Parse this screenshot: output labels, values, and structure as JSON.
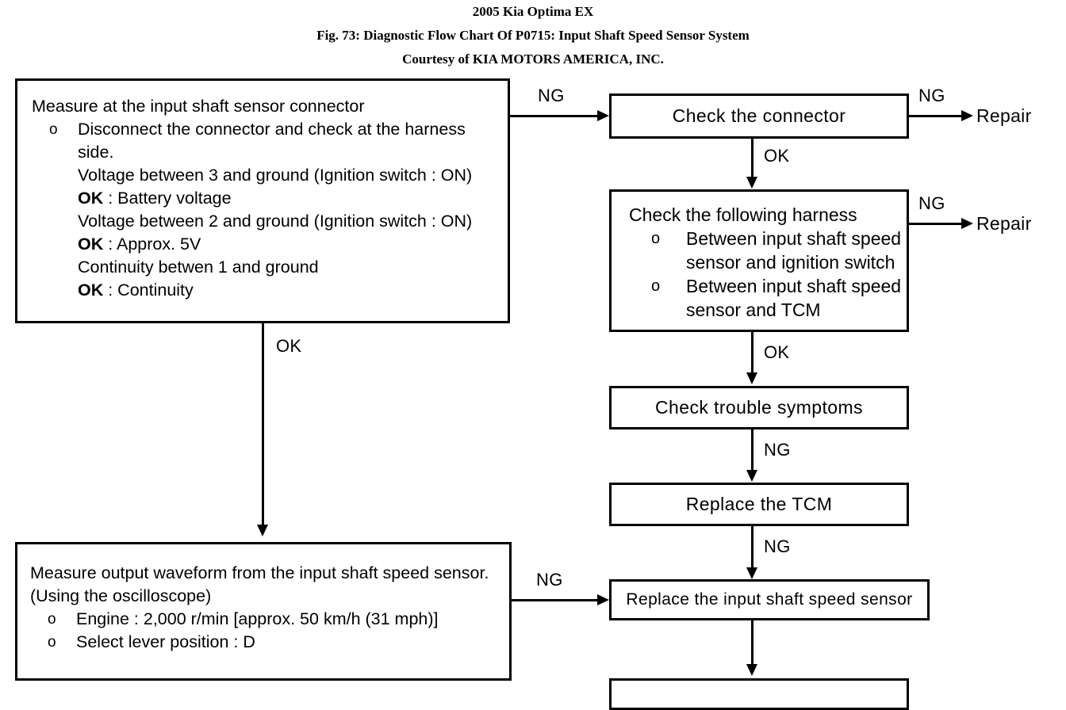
{
  "header": {
    "line1": "2005 Kia Optima EX",
    "line2": "Fig. 73: Diagnostic Flow Chart Of P0715: Input Shaft Speed Sensor System",
    "line3": "Courtesy of KIA MOTORS AMERICA, INC."
  },
  "chart_data": {
    "type": "diagram",
    "title": "Diagnostic Flow Chart Of P0715: Input Shaft Speed Sensor System",
    "nodes": [
      {
        "id": "measure-connector",
        "kind": "text-block",
        "lines": [
          "Measure at the input shaft sensor connector",
          "Disconnect the connector and check at the harness",
          "side.",
          "Voltage between 3 and ground (Ignition switch : ON)",
          "OK : Battery voltage",
          "Voltage between 2 and ground (Ignition switch : ON)",
          "OK : Approx. 5V",
          "Continuity betwen 1 and ground",
          "OK : Continuity"
        ]
      },
      {
        "id": "check-connector",
        "kind": "process",
        "label": "Check the connector"
      },
      {
        "id": "check-harness",
        "kind": "text-block",
        "lines": [
          "Check the following harness",
          "Between input shaft speed",
          "sensor and ignition switch",
          "Between input shaft speed",
          "sensor and TCM"
        ]
      },
      {
        "id": "check-trouble-symptoms",
        "kind": "process",
        "label": "Check trouble symptoms"
      },
      {
        "id": "replace-tcm",
        "kind": "process",
        "label": "Replace the TCM"
      },
      {
        "id": "measure-waveform",
        "kind": "text-block",
        "lines": [
          "Measure output waveform from the input shaft speed sensor.",
          "(Using the oscilloscope)",
          "Engine : 2,000 r/min [approx. 50 km/h (31 mph)]",
          "Select lever position : D"
        ]
      },
      {
        "id": "replace-sensor",
        "kind": "process",
        "label": "Replace the input shaft speed sensor"
      },
      {
        "id": "cutoff-box",
        "kind": "process",
        "label": ""
      },
      {
        "id": "repair-1",
        "kind": "terminal",
        "label": "Repair"
      },
      {
        "id": "repair-2",
        "kind": "terminal",
        "label": "Repair"
      }
    ],
    "edges": [
      {
        "from": "measure-connector",
        "to": "check-connector",
        "label": "NG",
        "dir": "right"
      },
      {
        "from": "measure-connector",
        "to": "measure-waveform",
        "label": "OK",
        "dir": "down"
      },
      {
        "from": "check-connector",
        "to": "repair-1",
        "label": "NG",
        "dir": "right"
      },
      {
        "from": "check-connector",
        "to": "check-harness",
        "label": "OK",
        "dir": "down"
      },
      {
        "from": "check-harness",
        "to": "repair-2",
        "label": "NG",
        "dir": "right"
      },
      {
        "from": "check-harness",
        "to": "check-trouble-symptoms",
        "label": "OK",
        "dir": "down"
      },
      {
        "from": "check-trouble-symptoms",
        "to": "replace-tcm",
        "label": "NG",
        "dir": "down"
      },
      {
        "from": "replace-tcm",
        "to": "replace-sensor",
        "label": "NG",
        "dir": "down"
      },
      {
        "from": "measure-waveform",
        "to": "replace-sensor",
        "label": "NG",
        "dir": "right"
      },
      {
        "from": "replace-sensor",
        "to": "cutoff-box",
        "label": "",
        "dir": "down"
      }
    ]
  },
  "boxes": {
    "measure_connector": {
      "title": "Measure at the input shaft sensor connector",
      "bullet_1a": "Disconnect the connector and check at the harness",
      "bullet_1b": "side.",
      "line_v3": "Voltage between 3 and ground (Ignition switch : ON)",
      "ok_1_key": "OK",
      "ok_1_val": " : Battery voltage",
      "line_v2": "Voltage between 2 and ground (Ignition switch : ON)",
      "ok_2_key": "OK",
      "ok_2_val": " : Approx. 5V",
      "line_cont": "Continuity betwen 1 and ground",
      "ok_3_key": "OK",
      "ok_3_val": " : Continuity",
      "bullet_glyph": "o"
    },
    "check_connector": {
      "label": "Check the connector"
    },
    "check_harness": {
      "title": "Check the following harness",
      "b1_line1": "Between input shaft speed",
      "b1_line2": "sensor and ignition switch",
      "b2_line1": "Between input shaft speed",
      "b2_line2": "sensor and TCM",
      "bullet_glyph": "o"
    },
    "check_trouble": {
      "label": "Check trouble symptoms"
    },
    "replace_tcm": {
      "label": "Replace the TCM"
    },
    "measure_waveform": {
      "line1": "Measure output waveform from the input shaft speed sensor.",
      "line2": "(Using the oscilloscope)",
      "bullet1": "Engine : 2,000 r/min [approx. 50 km/h (31 mph)]",
      "bullet2": "Select lever position : D",
      "bullet_glyph": "o"
    },
    "replace_sensor": {
      "label": "Replace the input shaft speed sensor"
    },
    "cutoff": {
      "label": ""
    }
  },
  "labels": {
    "ng_1": "NG",
    "ng_2": "NG",
    "ng_3": "NG",
    "ng_4": "NG",
    "ng_5": "NG",
    "ng_6": "NG",
    "ok_1": "OK",
    "ok_2": "OK",
    "ok_3": "OK",
    "repair_1": "Repair",
    "repair_2": "Repair"
  },
  "colors": {
    "background": "#ffffff",
    "ink": "#000000"
  }
}
